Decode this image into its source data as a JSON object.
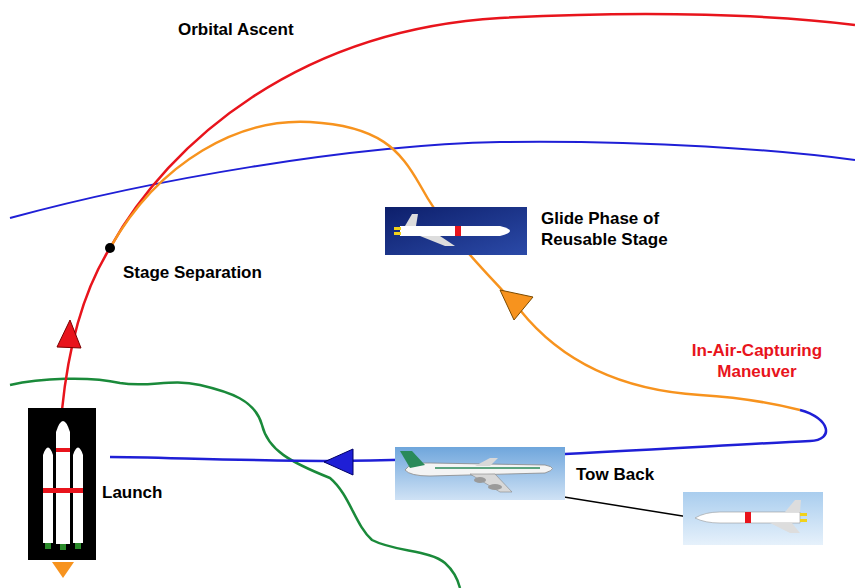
{
  "diagram": {
    "labels": [
      "Orbital Ascent",
      "Stage Separation",
      "Glide Phase of Reusable Stage",
      "In-Air-Capturing Maneuver",
      "Launch",
      "Tow Back"
    ]
  }
}
